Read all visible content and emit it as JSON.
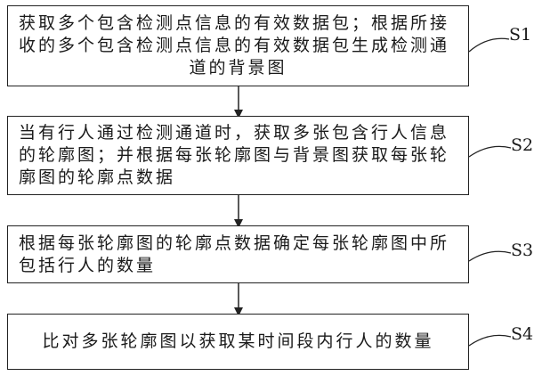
{
  "steps": [
    {
      "id": "S1",
      "text": "获取多个包含检测点信息的有效数据包；根据所接收的多个包含检测点信息的有效数据包生成检测通道的背景图"
    },
    {
      "id": "S2",
      "text": "当有行人通过检测通道时，获取多张包含行人信息的轮廓图；并根据每张轮廓图与背景图获取每张轮廓图的轮廓点数据"
    },
    {
      "id": "S3",
      "text": "根据每张轮廓图的轮廓点数据确定每张轮廓图中所包括行人的数量"
    },
    {
      "id": "S4",
      "text": "比对多张轮廓图以获取某时间段内行人的数量"
    }
  ]
}
